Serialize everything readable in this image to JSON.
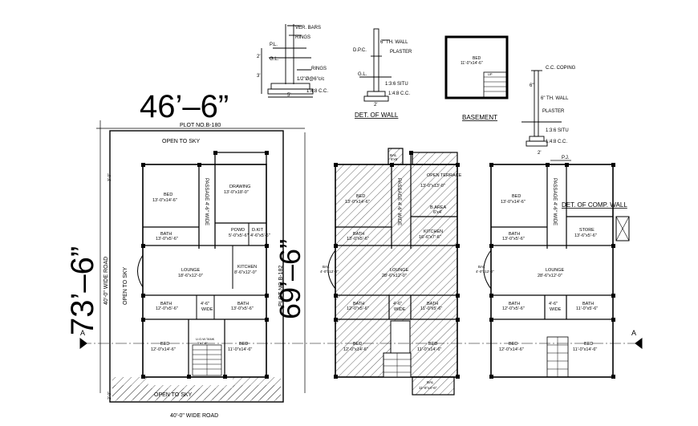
{
  "dims": {
    "width_top": "46’–6”",
    "height_left": "73’–6”",
    "height_right": "69’–6”"
  },
  "plan1": {
    "plot_no": "PLOT NO.B-180",
    "open_to_sky_top": "OPEN TO SKY",
    "open_to_sky_bottom": "OPEN TO SKY",
    "open_to_sky_side": "OPEN TO SKY",
    "road_side": "40'-0\" WIDE ROAD",
    "road_bottom": "40'-0\" WIDE ROAD",
    "plot_no_right": "PLOT NO.B-182",
    "passage": "PASSAGE 4'-6\" WIDE",
    "dim_left_top": "3'-0\"",
    "dim_left_bottom": "2'-0\"",
    "rooms": {
      "bed1": {
        "name": "BED",
        "size": "13'-0\"x14'-6\""
      },
      "drawing": {
        "name": "DRAWING",
        "size": "13'-0\"x18'-0\""
      },
      "bath1": {
        "name": "BATH",
        "size": "13'-0\"x5'-6\""
      },
      "powd": {
        "name": "POWD",
        "size": "5'-0\"x5'-6\""
      },
      "dkit": {
        "name": "D.KIT",
        "size": "4'-6\"x5'-6\""
      },
      "lounge": {
        "name": "LOUNGE",
        "size": "18'-6\"x12'-0\""
      },
      "kitchen": {
        "name": "KITCHEN",
        "size": "8'-6\"x12'-0\""
      },
      "bath2": {
        "name": "BATH",
        "size": "12'-0\"x5'-6\""
      },
      "passage2": {
        "name": "4'-6\"",
        "size": "WIDE"
      },
      "bath3": {
        "name": "BATH",
        "size": "13'-0\"x5'-6\""
      },
      "bed2": {
        "name": "BED",
        "size": "12'-0\"x14'-6\""
      },
      "bed3": {
        "name": "BED",
        "size": "11'-0\"x14'-6\""
      },
      "stair": {
        "name": "U.G.W.TANK",
        "size": "5'x4'-6\""
      }
    }
  },
  "plan2": {
    "bal_top": "BAL",
    "bal_top_size": "6'x6'",
    "open_terrace": {
      "name": "OPEN TERRACE",
      "size": "13'-0\"x13'-0\""
    },
    "bed1": {
      "name": "BED",
      "size": "13'-0\"x14'-6\""
    },
    "passage": "PASSAGE 4'-6\" WIDE",
    "barea": {
      "name": "B.AREA",
      "size": "6'x4'"
    },
    "bath1": {
      "name": "BATH",
      "size": "13'-0\"x5'-6\""
    },
    "kitchen": {
      "name": "KITCHEN",
      "size": "16'-6\"x7'-6\""
    },
    "bal_left": {
      "name": "BAL",
      "size": "4'-0\"x12'-0\""
    },
    "lounge": {
      "name": "LOUNGE",
      "size": "28'-6\"x12'-0\""
    },
    "bath2": {
      "name": "BATH",
      "size": "12'-0\"x5'-6\""
    },
    "passage2": {
      "name": "4'-6\"",
      "size": "WIDE"
    },
    "bath3": {
      "name": "BATH",
      "size": "11'-0\"x5'-6\""
    },
    "bed2": {
      "name": "BED",
      "size": "12'-0\"x14'-6\""
    },
    "bed3": {
      "name": "BED",
      "size": "11'-0\"x14'-6\""
    },
    "bal_bottom": {
      "name": "BAL",
      "size": "11'-6\"x4'-6\""
    }
  },
  "plan3": {
    "pj": "P.J.",
    "bed1": {
      "name": "BED",
      "size": "13'-0\"x14'-6\""
    },
    "passage": "PASSAGE 4'-6\" WIDE",
    "bath1": {
      "name": "BATH",
      "size": "13'-0\"x5'-6\""
    },
    "store": {
      "name": "STORE",
      "size": "13'-6\"x5'-6\""
    },
    "bal_left": {
      "name": "BAL",
      "size": "4'-0\"x12'-0\""
    },
    "lounge": {
      "name": "LOUNGE",
      "size": "28'-6\"x12'-0\""
    },
    "bath2": {
      "name": "BATH",
      "size": "12'-0\"x5'-6\""
    },
    "passage2": {
      "name": "4'-6\"",
      "size": "WIDE"
    },
    "bath3": {
      "name": "BATH",
      "size": "11'-0\"x5'-6\""
    },
    "bed2": {
      "name": "BED",
      "size": "12'-0\"x14'-6\""
    },
    "bed3": {
      "name": "BED",
      "size": "11'-0\"x14'-6\""
    },
    "comp_wall": "DET. OF COMP. WALL"
  },
  "details": {
    "footing": {
      "ver_bars": "VER. BARS",
      "pl": "P.L.",
      "rings": "RINGS",
      "gl": "G.L.",
      "rings2": "RINGS",
      "bars": "1/2\"Ø@6\"c/c",
      "cc": "1:4:8 C.C.",
      "dim_a": "2'",
      "dim_b": "3'",
      "dim_c": "5'"
    },
    "wall": {
      "title": "DET. OF WALL",
      "th_wall": "6\" TH. WALL",
      "dpc": "D.P.C.",
      "plaster": "PLASTER",
      "gl": "G.L.",
      "situ": "1:3:6 SITU",
      "cc": "1:4:8 C.C.",
      "dim": "2'"
    },
    "basement": {
      "title": "BASEMENT",
      "room": "BED",
      "size": "11'-0\"x14'-6\"",
      "up": "UP"
    },
    "comp_wall": {
      "coping": "C.C. COPING",
      "th_wall": "6\" TH. WALL",
      "plaster": "PLASTER",
      "situ": "1:3:6 SITU",
      "cc": "1:4:8 C.C.",
      "dim_a": "6\"",
      "dim_b": "2'"
    }
  },
  "section_marks": {
    "left": "A",
    "right": "A"
  }
}
